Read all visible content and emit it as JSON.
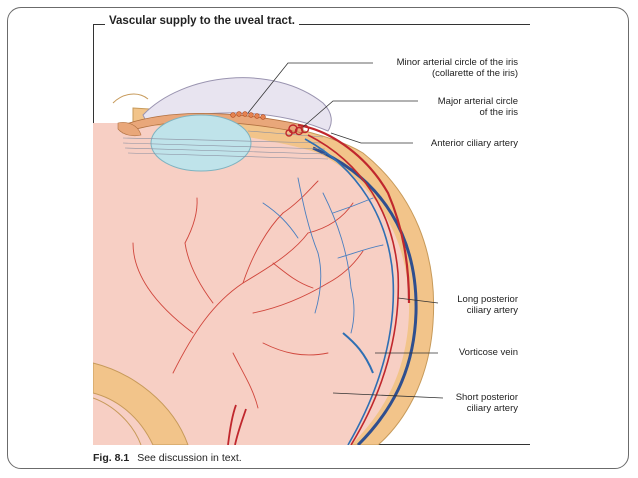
{
  "figure": {
    "title": "Vascular supply to the uveal tract.",
    "caption_number": "Fig. 8.1",
    "caption_text": "See discussion in text."
  },
  "labels": {
    "minor_circle_line1": "Minor arterial circle of the iris",
    "minor_circle_line2": "(collarette of the iris)",
    "major_circle_line1": "Major arterial circle",
    "major_circle_line2": "of the iris",
    "anterior_ciliary": "Anterior ciliary artery",
    "long_posterior_line1": "Long posterior",
    "long_posterior_line2": "ciliary artery",
    "vorticose_vein": "Vorticose vein",
    "short_posterior_line1": "Short posterior",
    "short_posterior_line2": "ciliary artery"
  },
  "colors": {
    "artery": "#c0272d",
    "vein": "#2f6fb3",
    "globe": "#f7cfc4",
    "sclera": "#f2c48a",
    "lens": "#bfe3ea",
    "cornea": "#e8e4f0"
  }
}
